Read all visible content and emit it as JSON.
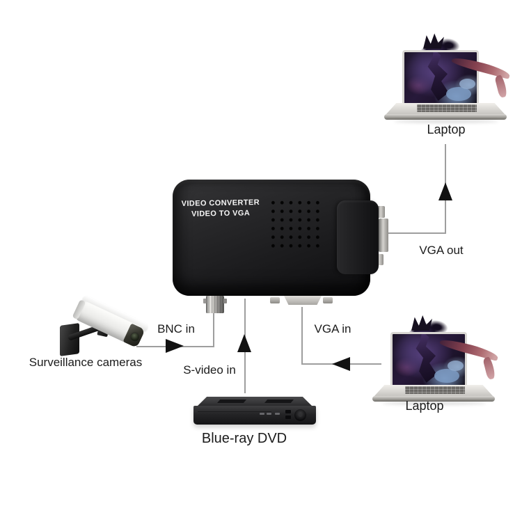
{
  "converter": {
    "title_line1": "VIDEO CONVERTER",
    "title_line2": "VIDEO TO VGA"
  },
  "connections": {
    "bnc_in": "BNC in",
    "s_video_in": "S-video in",
    "vga_in": "VGA in",
    "vga_out": "VGA out"
  },
  "devices": {
    "laptop_top_label": "Laptop",
    "laptop_bottom_label": "Laptop",
    "surveillance_label": "Surveillance cameras",
    "bluray_label": "Blue-ray DVD"
  },
  "colors": {
    "background": "#ffffff",
    "connector_line": "#9e9e9e",
    "arrowhead": "#121212",
    "label_text": "#1b1b1b",
    "converter_body": "#1d1d1f",
    "converter_text": "#f5f5f5",
    "silver_metal": "#cfcdc9",
    "screen_art_purple": "#27193a",
    "screen_art_ribbon": "#ad6a70",
    "screen_art_cloud": "#7d9bc3"
  }
}
